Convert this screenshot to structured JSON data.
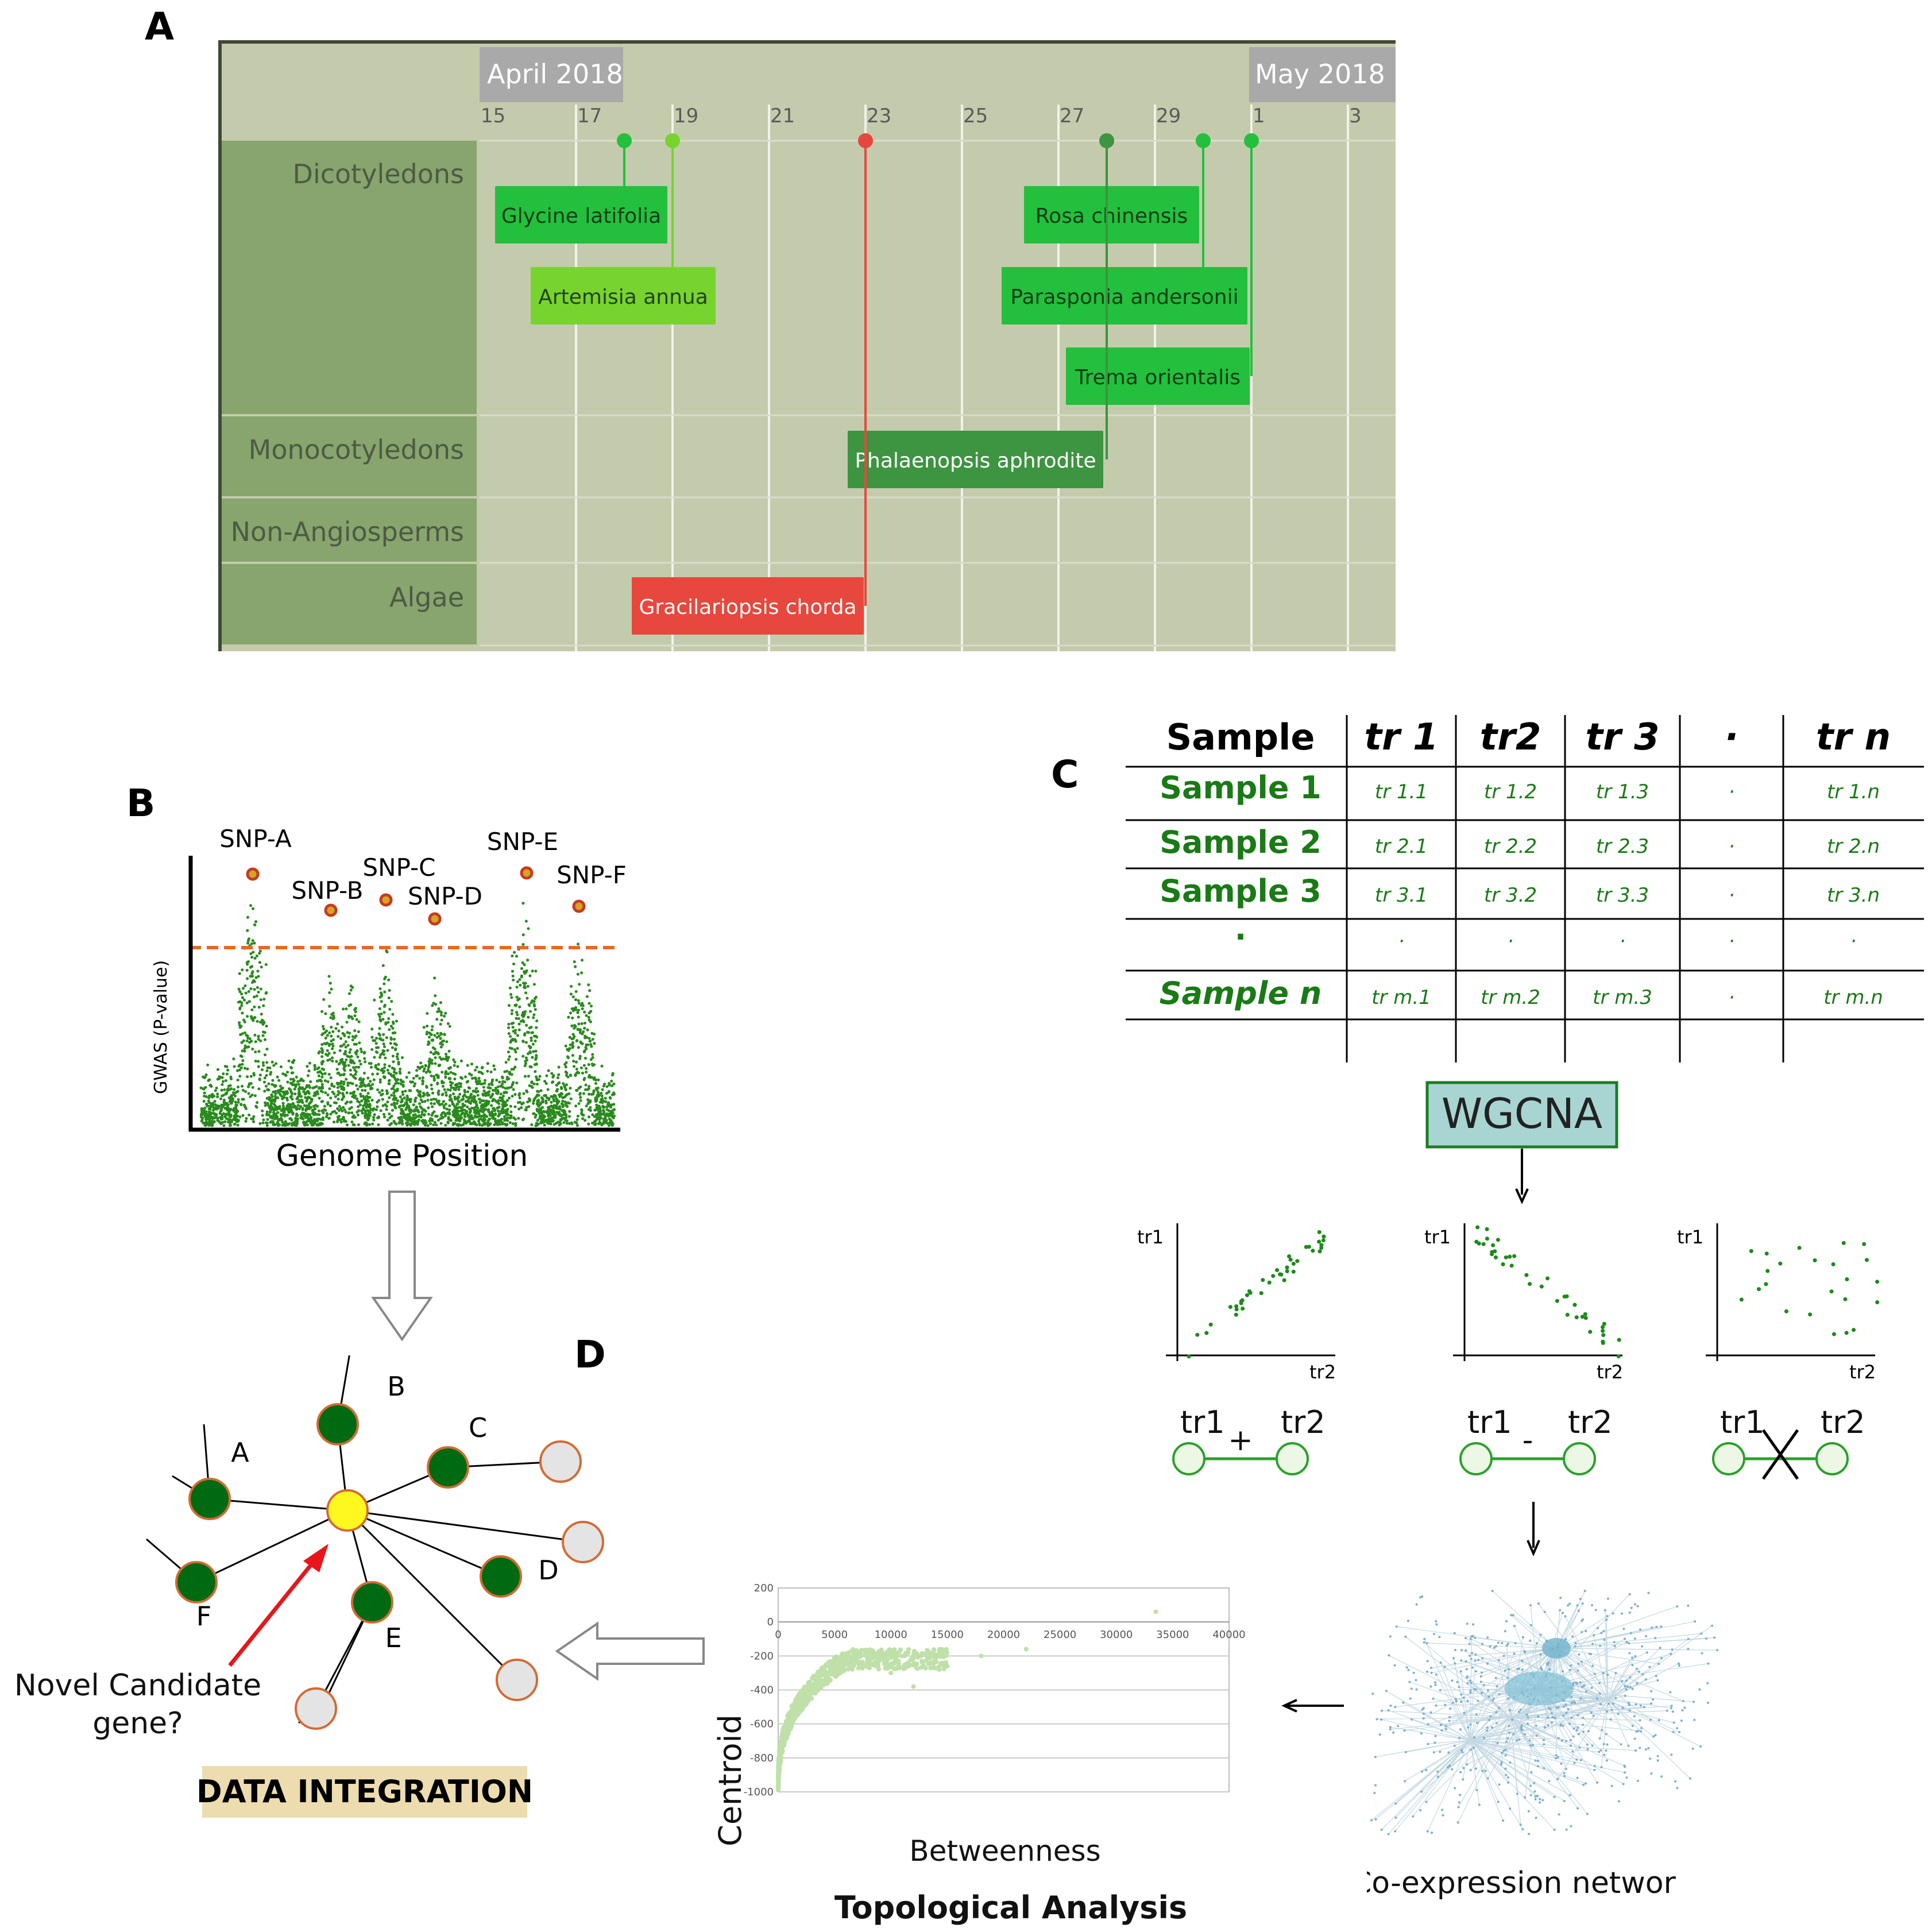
{
  "panels": {
    "a": "A",
    "b": "B",
    "c": "C",
    "d": "D"
  },
  "timeline": {
    "months": [
      "April 2018",
      "May 2018"
    ],
    "days": [
      "15",
      "17",
      "19",
      "21",
      "23",
      "25",
      "27",
      "29",
      "1",
      "3"
    ],
    "groups": [
      "Dicotyledons",
      "Monocotyledons",
      "Non-Angiosperms",
      "Algae"
    ],
    "events": [
      {
        "label": "Glycine latifolia",
        "date": "2018-04-18"
      },
      {
        "label": "Artemisia annua",
        "date": "2018-04-19"
      },
      {
        "label": "Rosa chinensis",
        "date": "2018-04-28"
      },
      {
        "label": "Parasponia andersonii",
        "date": "2018-04-30"
      },
      {
        "label": "Trema orientalis",
        "date": "2018-05-01"
      },
      {
        "label": "Phalaenopsis aphrodite",
        "date": "2018-04-28"
      },
      {
        "label": "Gracilariopsis chorda",
        "date": "2018-04-23"
      }
    ],
    "colors": {
      "green": "#22c03c",
      "lightgreen": "#77d42e",
      "darkgreen": "#3d9441",
      "red": "#e8473d",
      "bg": "#c3cbac",
      "groupbg": "#87a56c"
    }
  },
  "gwas": {
    "ylabel": "GWAS (P-value)",
    "xlabel": "Genome Position",
    "snps": [
      "SNP-A",
      "SNP-B",
      "SNP-C",
      "SNP-D",
      "SNP-E",
      "SNP-F"
    ]
  },
  "table": {
    "headers": [
      "Sample",
      "tr 1",
      "tr2",
      "tr 3",
      "·",
      "tr n"
    ],
    "rows": [
      [
        "Sample 1",
        "tr 1.1",
        "tr 1.2",
        "tr 1.3",
        "·",
        "tr 1.n"
      ],
      [
        "Sample 2",
        "tr 2.1",
        "tr 2.2",
        "tr 2.3",
        "·",
        "tr 2.n"
      ],
      [
        "Sample 3",
        "tr 3.1",
        "tr 3.2",
        "tr 3.3",
        "·",
        "tr 3.n"
      ],
      [
        "·",
        "·",
        "·",
        "·",
        "·",
        "·"
      ],
      [
        "Sample n",
        "tr m.1",
        "tr m.2",
        "tr m.3",
        "·",
        "tr m.n"
      ]
    ]
  },
  "wgcna": {
    "label": "WGCNA"
  },
  "corr": {
    "xlabel": "tr2",
    "ylabel": "tr1",
    "node1": "tr1",
    "node2": "tr2",
    "signs": [
      "+",
      "-"
    ]
  },
  "network": {
    "label": "Co-expression network"
  },
  "topo": {
    "title": "Topological Analysis",
    "xlabel": "Betweenness",
    "ylabel": "Centroid",
    "xticks": [
      "0",
      "5000",
      "10000",
      "15000",
      "20000",
      "25000",
      "30000",
      "35000",
      "40000"
    ],
    "yticks": [
      "200",
      "0",
      "-200",
      "-400",
      "-600",
      "-800",
      "-1000"
    ]
  },
  "integration": {
    "nodes": [
      "A",
      "B",
      "C",
      "D",
      "E",
      "F"
    ],
    "question": "Novel Candidate gene?",
    "title": "DATA INTEGRATION"
  }
}
